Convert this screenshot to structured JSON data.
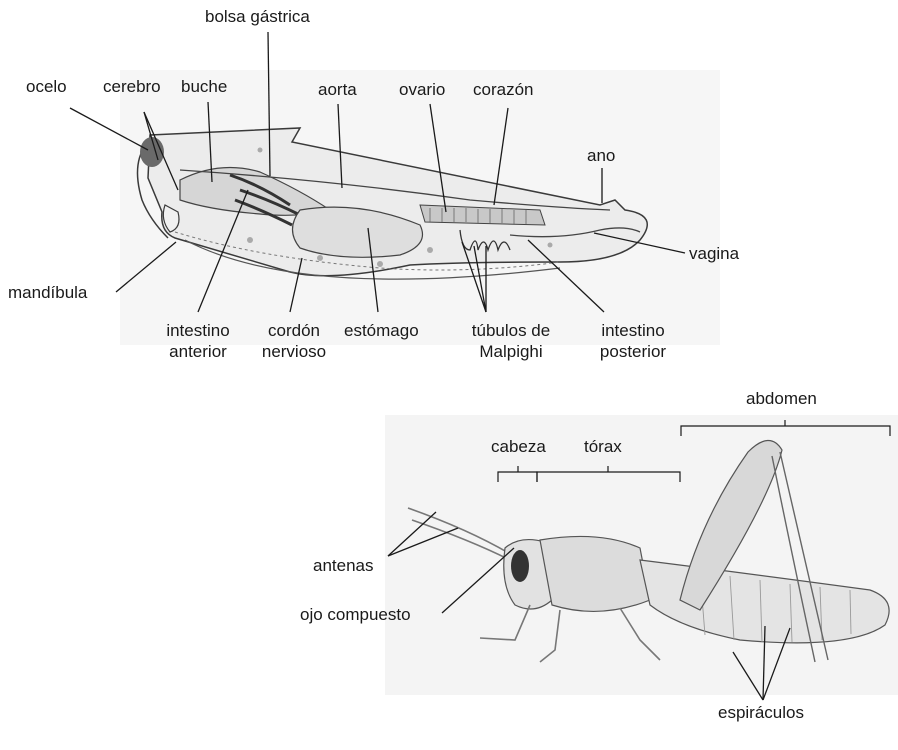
{
  "internal_anatomy": {
    "labels": {
      "bolsa_gastrica": "bolsa gástrica",
      "ocelo": "ocelo",
      "cerebro": "cerebro",
      "buche": "buche",
      "aorta": "aorta",
      "ovario": "ovario",
      "corazon": "corazón",
      "ano": "ano",
      "vagina": "vagina",
      "mandibula": "mandíbula",
      "intestino_anterior": [
        "intestino",
        "anterior"
      ],
      "cordon_nervioso": [
        "cordón",
        "nervioso"
      ],
      "estomago": "estómago",
      "tubulos_malpighi": [
        "túbulos de",
        "Malpighi"
      ],
      "intestino_posterior": [
        "intestino",
        "posterior"
      ]
    }
  },
  "external_anatomy": {
    "labels": {
      "abdomen": "abdomen",
      "cabeza": "cabeza",
      "torax": "tórax",
      "antenas": "antenas",
      "ojo_compuesto": "ojo compuesto",
      "espiraculos": "espiráculos"
    }
  },
  "colors": {
    "line": "#1a1a1a",
    "body_fill": "#ececec",
    "organ_fill": "#d6d6d6",
    "dark_fill": "#555555",
    "bg_panel": "#f4f4f4"
  }
}
